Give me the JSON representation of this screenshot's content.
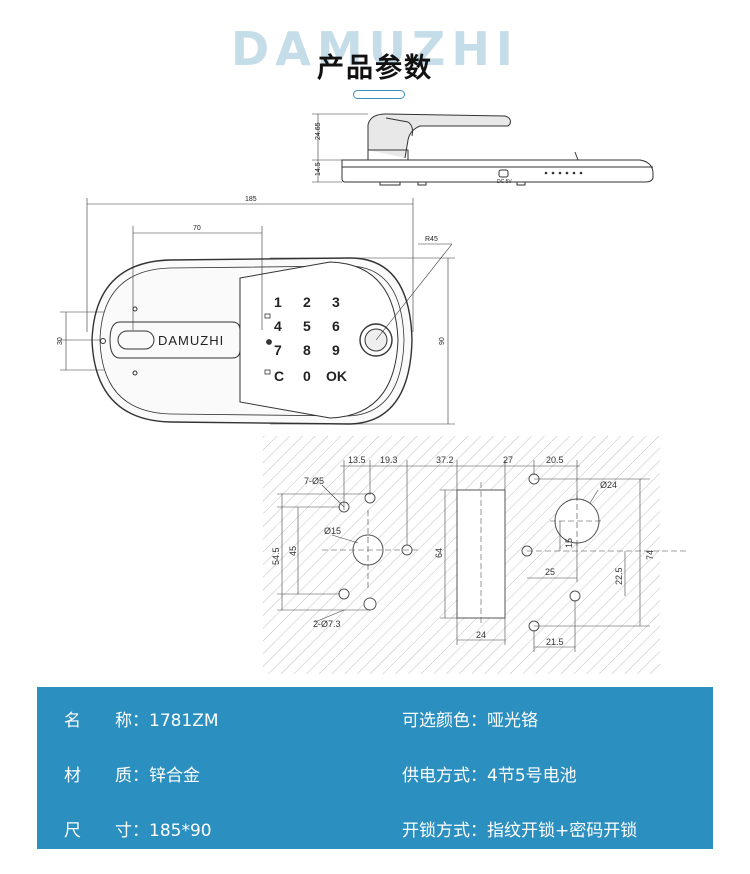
{
  "header": {
    "brand_watermark": "DAMUZHI",
    "title": "产品参数"
  },
  "drawing": {
    "side_view": {
      "dims": [
        "24.65",
        "14.5"
      ],
      "port_label": "DC 5V"
    },
    "front_view": {
      "dims": [
        "185",
        "70",
        "R45",
        "30",
        "90"
      ],
      "brand": "DAMUZHI",
      "keys": [
        "1",
        "2",
        "3",
        "4",
        "5",
        "6",
        "7",
        "8",
        "9",
        "C",
        "0",
        "OK"
      ]
    },
    "cutout": {
      "dims": [
        "13.5",
        "19.3",
        "37.2",
        "27",
        "20.5",
        "7-Ø5",
        "Ø24",
        "Ø15",
        "54.5",
        "45",
        "64",
        "15",
        "25",
        "74",
        "22.5",
        "2-Ø7.3",
        "24",
        "21.5"
      ]
    }
  },
  "specs": {
    "name_k1": "名",
    "name_k2": "称",
    "name_v": "：1781ZM",
    "color_k": "可选颜色",
    "color_v": "：哑光铬",
    "material_k1": "材",
    "material_k2": "质",
    "material_v": "：锌合金",
    "power_k": "供电方式",
    "power_v": "：4节5号电池",
    "size_k1": "尺",
    "size_k2": "寸",
    "size_v": "：185*90",
    "unlock_k": "开锁方式",
    "unlock_v": "：指纹开锁+密码开锁"
  },
  "colors": {
    "accent": "#2b8fbf",
    "hatch": "#bdbdbd",
    "line": "#333333"
  }
}
